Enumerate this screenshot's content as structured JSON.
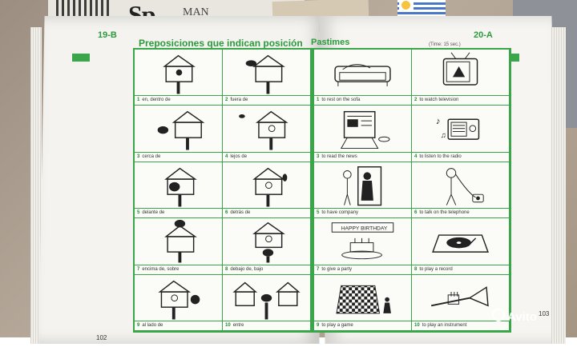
{
  "background": {
    "cover_text": "Sp",
    "cover_text_2": "MAN"
  },
  "left_page": {
    "lesson": "19-B",
    "title": "Preposiciones que indican posición",
    "page_number": "102",
    "items": [
      {
        "n": "1",
        "text": "en, dentro de"
      },
      {
        "n": "2",
        "text": "fuera de"
      },
      {
        "n": "3",
        "text": "cerca de"
      },
      {
        "n": "4",
        "text": "lejos de"
      },
      {
        "n": "5",
        "text": "delante de"
      },
      {
        "n": "6",
        "text": "detrás de"
      },
      {
        "n": "7",
        "text": "encima de, sobre"
      },
      {
        "n": "8",
        "text": "debajo de, bajo"
      },
      {
        "n": "9",
        "text": "al lado de"
      },
      {
        "n": "10",
        "text": "entre"
      }
    ]
  },
  "right_page": {
    "lesson": "20-A",
    "title": "Pastimes",
    "time_note": "(Time: 15 sec.)",
    "page_number": "103",
    "items": [
      {
        "n": "1",
        "text": "to rest on the sofa"
      },
      {
        "n": "2",
        "text": "to watch television"
      },
      {
        "n": "3",
        "text": "to read the news"
      },
      {
        "n": "4",
        "text": "to listen to the radio"
      },
      {
        "n": "5",
        "text": "to have company"
      },
      {
        "n": "6",
        "text": "to talk on the telephone"
      },
      {
        "n": "7",
        "text": "to give a party"
      },
      {
        "n": "8",
        "text": "to play a record"
      },
      {
        "n": "9",
        "text": "to play a game"
      },
      {
        "n": "10",
        "text": "to play an instrument"
      }
    ],
    "party_banner": "HAPPY BIRTHDAY"
  },
  "watermark": "Avito",
  "colors": {
    "accent": "#3aa64a",
    "text": "#333333"
  }
}
